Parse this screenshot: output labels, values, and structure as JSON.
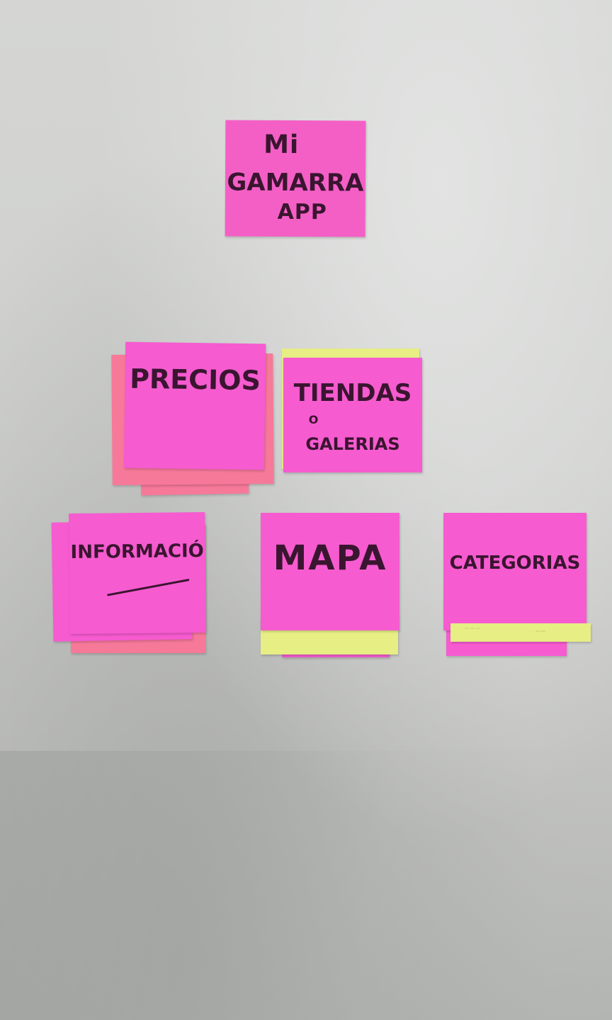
{
  "title_note": {
    "line1": "Mi",
    "line2": "GAMARRA",
    "line3": "APP"
  },
  "notes": {
    "precios": "PRECIOS",
    "tiendas_line1": "TIENDAS",
    "tiendas_line2": "O",
    "tiendas_line3": "GALERIAS",
    "informacion": "INFORMACIÓ",
    "mapa": "MAPA",
    "categorias": "CATEGORIAS"
  },
  "colors": {
    "pink": "#f45fc6",
    "salmon": "#f7799a",
    "yellow": "#e6ee84",
    "marker": "#3a1530",
    "wall": "#d1d2d0"
  }
}
